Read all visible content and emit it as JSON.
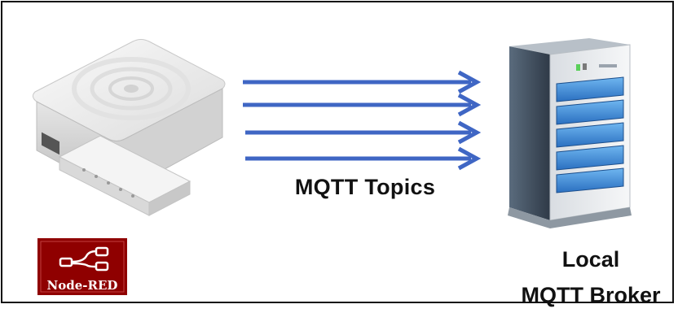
{
  "diagram": {
    "topics_label": "MQTT Topics",
    "broker_label_line1": "Local",
    "broker_label_line2": "MQTT Broker",
    "nodered_label": "Node-RED"
  },
  "icons": {
    "device": "gateway-device-icon",
    "server": "server-icon",
    "logo": "node-red-logo"
  },
  "colors": {
    "arrow": "#3f66c4",
    "nodered_red": "#8f0000",
    "server_blue": "#2e7fd0"
  }
}
